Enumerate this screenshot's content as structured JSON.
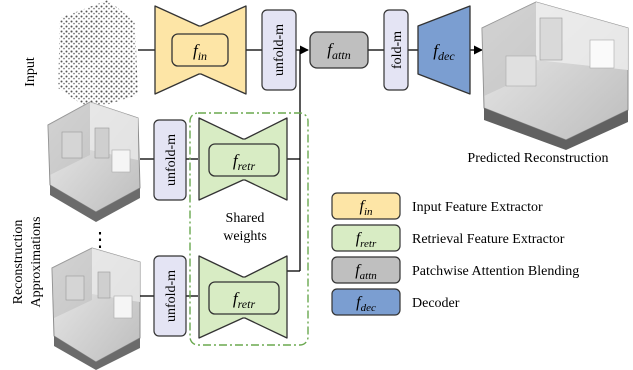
{
  "labels": {
    "input": "Input",
    "recon_line1": "Reconstruction",
    "recon_line2": "Approximations",
    "predicted": "Predicted Reconstruction",
    "shared_line1": "Shared",
    "shared_line2": "weights",
    "ellipsis": "⋮"
  },
  "ops": {
    "unfold_top": "unfold-m",
    "unfold_mid": "unfold-m",
    "unfold_bot": "unfold-m",
    "fold": "fold-m"
  },
  "blocks": {
    "fin": {
      "sym": "f",
      "sub": "in"
    },
    "fretr": {
      "sym": "f",
      "sub": "retr"
    },
    "fattn": {
      "sym": "f",
      "sub": "attn"
    },
    "fdec": {
      "sym": "f",
      "sub": "dec"
    }
  },
  "legend": [
    {
      "sym": "f",
      "sub": "in",
      "text": "Input Feature Extractor",
      "fill": "#fde5a6",
      "stroke": "#333333"
    },
    {
      "sym": "f",
      "sub": "retr",
      "text": "Retrieval Feature Extractor",
      "fill": "#d8ecc4",
      "stroke": "#333333"
    },
    {
      "sym": "f",
      "sub": "attn",
      "text": "Patchwise Attention Blending",
      "fill": "#bfbfbf",
      "stroke": "#333333"
    },
    {
      "sym": "f",
      "sub": "dec",
      "text": "Decoder",
      "fill": "#7b9ed1",
      "stroke": "#333333"
    }
  ],
  "colors": {
    "fin_fill": "#fde5a6",
    "fretr_fill": "#d8ecc4",
    "fattn_fill": "#bfbfbf",
    "fdec_fill": "#7b9ed1",
    "op_fill": "#e4e4f4",
    "shared_dash": "#6aa84f"
  }
}
